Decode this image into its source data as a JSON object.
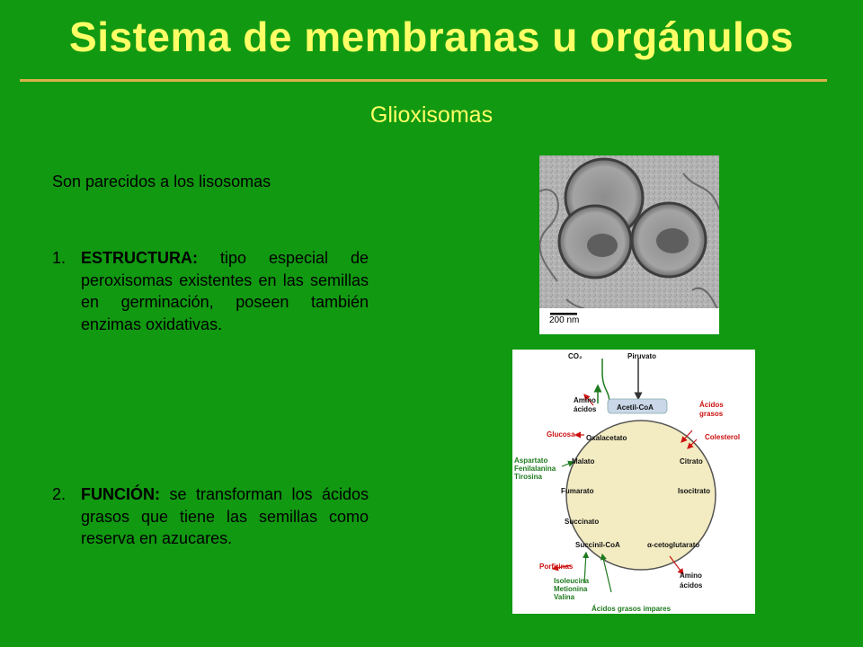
{
  "slide": {
    "title": "Sistema de membranas u orgánulos",
    "subtitle": "Glioxisomas",
    "intro": "Son parecidos a los lisosomas",
    "items": [
      {
        "number": "1.",
        "heading": "ESTRUCTURA:",
        "text": " tipo especial de peroxisomas existentes en las semillas en germinación, poseen también enzimas oxidativas."
      },
      {
        "number": "2.",
        "heading": "FUNCIÓN:",
        "text": " se transforman los ácidos grasos que tiene las semillas como reserva en azucares."
      }
    ]
  },
  "micrograph": {
    "scale_label": "200 nm"
  },
  "cycle": {
    "co2": "CO₂",
    "piruvato": "Piruvato",
    "amino_top_1": "Amino",
    "amino_top_2": "ácidos",
    "acetil": "Acetil-CoA",
    "acidos_grasos_1": "Ácidos",
    "acidos_grasos_2": "grasos",
    "glucosa": "Glucosa",
    "oxalacetato": "Oxalacetato",
    "colesterol": "Colesterol",
    "aspartato": "Aspartato",
    "fenilalanina": "Fenilalanina",
    "tirosina": "Tirosina",
    "malato": "Malato",
    "citrato": "Citrato",
    "fumarato": "Fumarato",
    "isocitrato": "Isocitrato",
    "succinato": "Succinato",
    "succinil": "Succinil-CoA",
    "cetoglutarato": "α-cetoglutarato",
    "porfirinas": "Porfirinas",
    "amino_bottom_1": "Amino",
    "amino_bottom_2": "ácidos",
    "isoleucina": "Isoleucina",
    "metionina": "Metionina",
    "valina": "Valina",
    "impares": "Ácidos grasos impares"
  },
  "colors": {
    "background": "#119911",
    "title": "#ffff66",
    "rule": "#d8b24a",
    "cycle_fill": "#f3ecc2",
    "red": "#cc1111",
    "green": "#1e7a1e"
  }
}
